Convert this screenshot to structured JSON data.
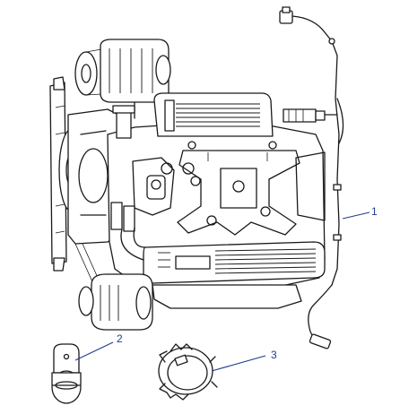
{
  "colors": {
    "drawing": "#1a1a1a",
    "callout": "#1f3c8c",
    "background": "#ffffff"
  },
  "callouts": [
    {
      "id": "callout-1",
      "label": "1"
    },
    {
      "id": "callout-2",
      "label": "2"
    },
    {
      "id": "callout-3",
      "label": "3"
    }
  ]
}
